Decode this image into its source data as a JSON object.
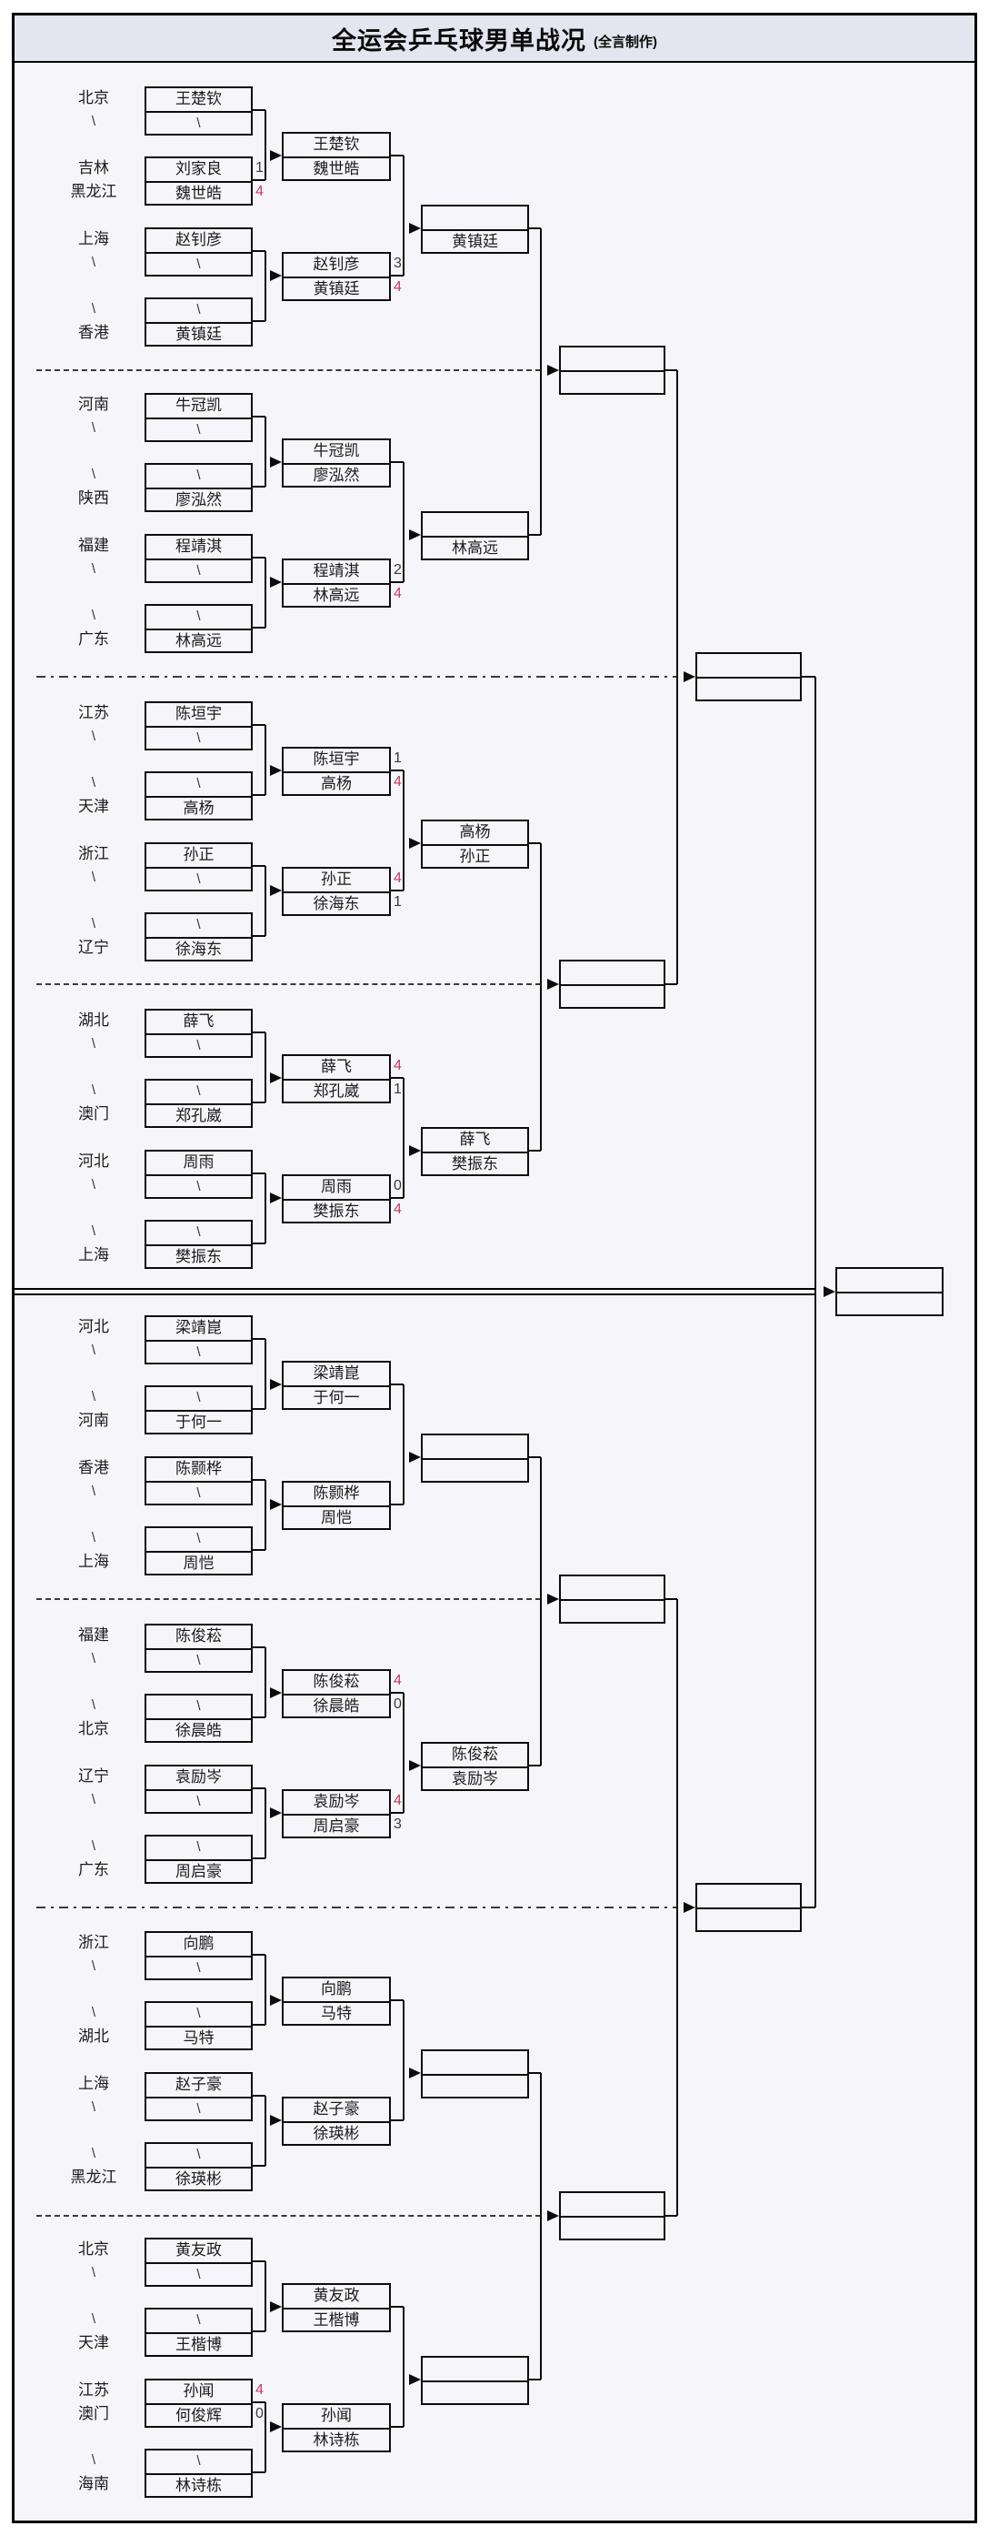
{
  "title": {
    "main": "全运会乒乓球男单战况",
    "credit": "(全言制作)"
  },
  "colors": {
    "panel_bg": "#f6f6fa",
    "title_bg": "#e5e5ef",
    "line": "#0c0c0c",
    "winner_score": "#c53a5e",
    "loser_score": "#3a3a3a"
  },
  "bracket": {
    "sections": [
      {
        "labels": [
          "北京",
          "\\",
          "吉林",
          "黑龙江",
          "上海",
          "\\",
          "\\",
          "香港"
        ],
        "r1": [
          [
            "王楚钦",
            "\\"
          ],
          [
            "刘家良",
            "魏世皓"
          ],
          [
            "赵钊彦",
            "\\"
          ],
          [
            "\\",
            "黄镇廷"
          ]
        ],
        "r1_scores": [
          null,
          [
            "1",
            "4"
          ],
          null,
          null
        ],
        "r2": [
          [
            "王楚钦",
            "魏世皓"
          ],
          [
            "赵钊彦",
            "黄镇廷"
          ]
        ],
        "r2_scores": [
          null,
          [
            "3",
            "4"
          ]
        ],
        "r3": [
          "",
          "黄镇廷"
        ]
      },
      {
        "labels": [
          "河南",
          "\\",
          "\\",
          "陕西",
          "福建",
          "\\",
          "\\",
          "广东"
        ],
        "r1": [
          [
            "牛冠凯",
            "\\"
          ],
          [
            "\\",
            "廖泓然"
          ],
          [
            "程靖淇",
            "\\"
          ],
          [
            "\\",
            "林高远"
          ]
        ],
        "r1_scores": [
          null,
          null,
          null,
          null
        ],
        "r2": [
          [
            "牛冠凯",
            "廖泓然"
          ],
          [
            "程靖淇",
            "林高远"
          ]
        ],
        "r2_scores": [
          null,
          [
            "2",
            "4"
          ]
        ],
        "r3": [
          "",
          "林高远"
        ]
      },
      {
        "labels": [
          "江苏",
          "\\",
          "\\",
          "天津",
          "浙江",
          "\\",
          "\\",
          "辽宁"
        ],
        "r1": [
          [
            "陈垣宇",
            "\\"
          ],
          [
            "\\",
            "高杨"
          ],
          [
            "孙正",
            "\\"
          ],
          [
            "\\",
            "徐海东"
          ]
        ],
        "r1_scores": [
          null,
          null,
          null,
          null
        ],
        "r2": [
          [
            "陈垣宇",
            "高杨"
          ],
          [
            "孙正",
            "徐海东"
          ]
        ],
        "r2_scores": [
          [
            "1",
            "4"
          ],
          [
            "4",
            "1"
          ]
        ],
        "r3": [
          "高杨",
          "孙正"
        ]
      },
      {
        "labels": [
          "湖北",
          "\\",
          "\\",
          "澳门",
          "河北",
          "\\",
          "\\",
          "上海"
        ],
        "r1": [
          [
            "薛飞",
            "\\"
          ],
          [
            "\\",
            "郑孔崴"
          ],
          [
            "周雨",
            "\\"
          ],
          [
            "\\",
            "樊振东"
          ]
        ],
        "r1_scores": [
          null,
          null,
          null,
          null
        ],
        "r2": [
          [
            "薛飞",
            "郑孔崴"
          ],
          [
            "周雨",
            "樊振东"
          ]
        ],
        "r2_scores": [
          [
            "4",
            "1"
          ],
          [
            "0",
            "4"
          ]
        ],
        "r3": [
          "薛飞",
          "樊振东"
        ]
      },
      {
        "labels": [
          "河北",
          "\\",
          "\\",
          "河南",
          "香港",
          "\\",
          "\\",
          "上海"
        ],
        "r1": [
          [
            "梁靖崑",
            "\\"
          ],
          [
            "\\",
            "于何一"
          ],
          [
            "陈颢桦",
            "\\"
          ],
          [
            "\\",
            "周恺"
          ]
        ],
        "r1_scores": [
          null,
          null,
          null,
          null
        ],
        "r2": [
          [
            "梁靖崑",
            "于何一"
          ],
          [
            "陈颢桦",
            "周恺"
          ]
        ],
        "r2_scores": [
          null,
          null
        ],
        "r3": [
          "",
          ""
        ]
      },
      {
        "labels": [
          "福建",
          "\\",
          "\\",
          "北京",
          "辽宁",
          "\\",
          "\\",
          "广东"
        ],
        "r1": [
          [
            "陈俊菘",
            "\\"
          ],
          [
            "\\",
            "徐晨皓"
          ],
          [
            "袁励岑",
            "\\"
          ],
          [
            "\\",
            "周启豪"
          ]
        ],
        "r1_scores": [
          null,
          null,
          null,
          null
        ],
        "r2": [
          [
            "陈俊菘",
            "徐晨皓"
          ],
          [
            "袁励岑",
            "周启豪"
          ]
        ],
        "r2_scores": [
          [
            "4",
            "0"
          ],
          [
            "4",
            "3"
          ]
        ],
        "r3": [
          "陈俊菘",
          "袁励岑"
        ]
      },
      {
        "labels": [
          "浙江",
          "\\",
          "\\",
          "湖北",
          "上海",
          "\\",
          "\\",
          "黑龙江"
        ],
        "r1": [
          [
            "向鹏",
            "\\"
          ],
          [
            "\\",
            "马特"
          ],
          [
            "赵子豪",
            "\\"
          ],
          [
            "\\",
            "徐瑛彬"
          ]
        ],
        "r1_scores": [
          null,
          null,
          null,
          null
        ],
        "r2": [
          [
            "向鹏",
            "马特"
          ],
          [
            "赵子豪",
            "徐瑛彬"
          ]
        ],
        "r2_scores": [
          null,
          null
        ],
        "r3": [
          "",
          ""
        ]
      },
      {
        "labels": [
          "北京",
          "\\",
          "\\",
          "天津",
          "江苏",
          "澳门",
          "\\",
          "海南"
        ],
        "r1": [
          [
            "黄友政",
            "\\"
          ],
          [
            "\\",
            "王楷博"
          ],
          [
            "孙闻",
            "何俊辉"
          ],
          [
            "\\",
            "林诗栋"
          ]
        ],
        "r1_scores": [
          null,
          null,
          [
            "4",
            "0"
          ],
          null
        ],
        "r2": [
          [
            "黄友政",
            "王楷博"
          ],
          [
            "孙闻",
            "林诗栋"
          ]
        ],
        "r2_scores": [
          null,
          null
        ],
        "r3": [
          "",
          ""
        ]
      }
    ],
    "quarterfinals": [
      [
        "",
        ""
      ],
      [
        "",
        ""
      ],
      [
        "",
        ""
      ],
      [
        "",
        ""
      ]
    ],
    "semifinals": [
      [
        "",
        ""
      ],
      [
        "",
        ""
      ]
    ],
    "final": [
      "",
      ""
    ]
  }
}
